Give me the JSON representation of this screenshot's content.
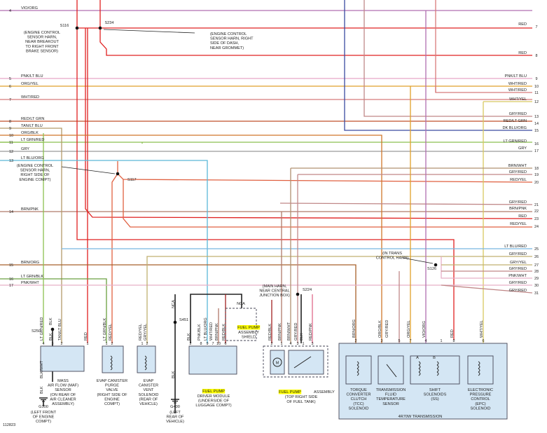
{
  "colors": {
    "VIO/ORG": "#b06fb0",
    "RED": "#e02020",
    "PNK/LT BLU": "#e6a8c8",
    "ORG/YEL": "#e0a02a",
    "WHT/RED": "#d87a7a",
    "RED/LT GRN": "#c0502a",
    "TAN/LT BLU": "#b49a6a",
    "ORG/BLK": "#d0762a",
    "LT GRN/RED": "#8cc050",
    "GRY": "#9a9a9a",
    "LT BLU/ORG": "#5ab8d8",
    "BRN/PNK": "#b07a6a",
    "BRN/ORG": "#a8602a",
    "LT GRN/BLK": "#6aa040",
    "PNK/WHT": "#e8b0c8",
    "WHT/YEL": "#d8c860",
    "GRY/RED": "#c08888",
    "DK BLU/ORG": "#3a4aa0",
    "GRY/YEL": "#c0b070",
    "BRN/WHT": "#b09070",
    "LT BLU/RED": "#78b8e0",
    "RED/YEL": "#e06040",
    "BLK": "#222222",
    "RED/BLK": "#a02020",
    "RED/PNK": "#e06a8a",
    "PNK/BLK": "#a06a88",
    "GRY/BLK": "#6a6a6a",
    "WHT/BLK": "#888888",
    "GRY/ORG": "#b89070",
    "BLK/WHT": "#555555",
    "LT GRN/YEL": "#a8c850",
    "RED/GRY": "#c06060",
    "ORG/GRY": "#c8946a",
    "VIO/ORG2": "#b06fb0",
    "highlight": "#ffff00",
    "component_fill": "#d4e6f4"
  },
  "wires_left": [
    {
      "num": "4",
      "color": "VIO/ORG"
    },
    {
      "num": "5",
      "color": "PNK/LT BLU"
    },
    {
      "num": "6",
      "color": "ORG/YEL"
    },
    {
      "num": "7",
      "color": "WHT/RED"
    },
    {
      "num": "8",
      "color": "RED/LT GRN"
    },
    {
      "num": "9",
      "color": "TAN/LT BLU"
    },
    {
      "num": "10",
      "color": "ORG/BLK"
    },
    {
      "num": "11",
      "color": "LT GRN/RED"
    },
    {
      "num": "12",
      "color": "GRY"
    },
    {
      "num": "13",
      "color": "LT BLU/ORG"
    },
    {
      "num": "14",
      "color": "BRN/PNK"
    },
    {
      "num": "15",
      "color": "BRN/ORG"
    },
    {
      "num": "16",
      "color": "LT GRN/BLK"
    },
    {
      "num": "17",
      "color": "PNK/WHT"
    }
  ],
  "wires_right": [
    {
      "num": "7",
      "color": "RED"
    },
    {
      "num": "8",
      "color": "RED"
    },
    {
      "num": "9",
      "color": "PNK/LT BLU"
    },
    {
      "num": "10",
      "color": "WHT/RED"
    },
    {
      "num": "11",
      "color": "WHT/RED"
    },
    {
      "num": "12",
      "color": "WHT/YEL"
    },
    {
      "num": "13",
      "color": "GRY/RED"
    },
    {
      "num": "14",
      "color": "RED/LT GRN"
    },
    {
      "num": "15",
      "color": "DK BLU/ORG"
    },
    {
      "num": "16",
      "color": "LT GRN/RED"
    },
    {
      "num": "17",
      "color": "GRY"
    },
    {
      "num": "18",
      "color": "BRN/WHT"
    },
    {
      "num": "19",
      "color": "GRY/RED"
    },
    {
      "num": "20",
      "color": "RED/YEL"
    },
    {
      "num": "21",
      "color": "GRY/RED"
    },
    {
      "num": "22",
      "color": "BRN/PNK"
    },
    {
      "num": "23",
      "color": "RED"
    },
    {
      "num": "24",
      "color": "RED/YEL"
    },
    {
      "num": "25",
      "color": "LT BLU/RED"
    },
    {
      "num": "26",
      "color": "GRY/RED"
    },
    {
      "num": "27",
      "color": "GRY/YEL"
    },
    {
      "num": "28",
      "color": "GRY/RED"
    },
    {
      "num": "29",
      "color": "PNK/WHT"
    },
    {
      "num": "30",
      "color": "GRY/RED"
    },
    {
      "num": "31",
      "color": "GRY/RED"
    }
  ],
  "splices": {
    "s116": "S116",
    "s234": "S234",
    "s117": "S117",
    "s126": "S126",
    "s224": "S224",
    "s250": "S250",
    "s451": "S451",
    "g100": "G100",
    "g400": "G400",
    "nca1": "NCA",
    "nca2": "NCA"
  },
  "notes": {
    "s116_loc": [
      "(ENGINE CONTROL",
      "SENSOR HARN,",
      "NEAR BREAKOUT",
      "TO RIGHT FRONT",
      "BRAKE SENSOR)"
    ],
    "s234_loc": [
      "(ENGINE CONTROL",
      "SENSOR HARN, RIGHT",
      "SIDE OF DASH,",
      "NEAR GROMMET)"
    ],
    "s117_loc": [
      "(ENGINE CONTROL",
      "SENSOR HARN,",
      "RIGHT SIDE OF",
      "ENGINE COMPT)"
    ],
    "s126_loc": [
      "(IN TRANS",
      "CONTROL HARN)"
    ],
    "s224_loc": [
      "(MAIN HARN,",
      "NEAR CENTRAL",
      "JUNCTION BOX)"
    ],
    "g100_loc": [
      "(LEFT FRONT",
      "OF ENGINE",
      "COMPT)"
    ],
    "g400_loc": [
      "(LEFT",
      "REAR OF",
      "VEHICLE)"
    ],
    "diagram_id": "112823"
  },
  "components": {
    "maf": [
      "MASS",
      "AIR FLOW (MAF)",
      "SENSOR",
      "(ON REAR OF",
      "AIR CLEANER",
      "ASSEMBLY)"
    ],
    "evap_purge": [
      "EVAP CANISTER",
      "PURGE",
      "VALVE",
      "(RIGHT SIDE OF",
      "ENGINE",
      "COMPT)"
    ],
    "evap_vent": [
      "EVAP",
      "CANISTER",
      "VENT",
      "SOLENOID",
      "(REAR OF",
      "VEHICLE)"
    ],
    "fpdm_hl": "FUEL PUMP",
    "fpdm": [
      "DRIVER MODULE",
      "(UNDERSIDE OF",
      "LUGGAGE COMPT)"
    ],
    "shield_hl": "FUEL PUMP",
    "shield": [
      "ASSEMBLY",
      "SHIELD"
    ],
    "fpa_hl": "FUEL PUMP",
    "fpa": "ASSEMBLY",
    "fpa_sub": "(TOP RIGHT SIDE",
    "fpa_sub2": "OF FUEL TANK)",
    "tcc": [
      "TORQUE",
      "CONVERTER",
      "CLUTCH",
      "(TCC)",
      "SOLENOID"
    ],
    "tft": [
      "TRANSMISSION",
      "FLUID",
      "TEMPERATURE",
      "SENSOR"
    ],
    "ss": [
      "SHIFT",
      "SOLENOIDS",
      "(SS)"
    ],
    "epc": [
      "ELECTRONIC",
      "PRESSURE",
      "CONTROL",
      "(EPC)",
      "SOLENOID"
    ],
    "trans": "4R70W TRANSMISSION",
    "motor": "M",
    "ss_a": "A",
    "ss_b": "B"
  },
  "vertical_labels": {
    "maf": [
      "LT GRN/RED",
      "TAN/LT BLU",
      "BLK",
      "RED"
    ],
    "purge": [
      "LT GRN/BLK",
      "RED/YEL"
    ],
    "vent": [
      "RED/YEL",
      "GRY/YEL"
    ],
    "fpdm": [
      "PNK/BLK",
      "LT BLU/ORG",
      "WHT/RED",
      "BRN/PNK",
      "RED/BLK"
    ],
    "fpdm_blk": "BLK",
    "fpa": [
      "RED/BLK",
      "BRN/PNK",
      "BRN/WHT",
      "GRY/RED",
      "BLK",
      "RED/PNK"
    ],
    "trans": [
      "BRN/ORG",
      "ORG/BLK",
      "GRY/RED",
      "ORG/YEL",
      "VIO/ORG",
      "RED",
      "WHT/YEL"
    ],
    "g100": [
      "BLK/WHT",
      "BLK"
    ],
    "s250": "BLK",
    "g400": [
      "NCA",
      "BLK"
    ]
  },
  "pin_labels": {
    "maf": [
      "4",
      "3",
      "2",
      "1"
    ],
    "purge": [
      "1",
      "2"
    ],
    "vent": [
      "1",
      "2"
    ],
    "fpdm": [
      "2",
      "8",
      "9",
      "7",
      "10",
      "6"
    ],
    "fpa": [
      "2",
      "1",
      "4",
      "3",
      "1",
      "3"
    ],
    "trans": [
      "2",
      "3",
      "5",
      "7",
      "4",
      "1",
      "8",
      "6"
    ]
  }
}
